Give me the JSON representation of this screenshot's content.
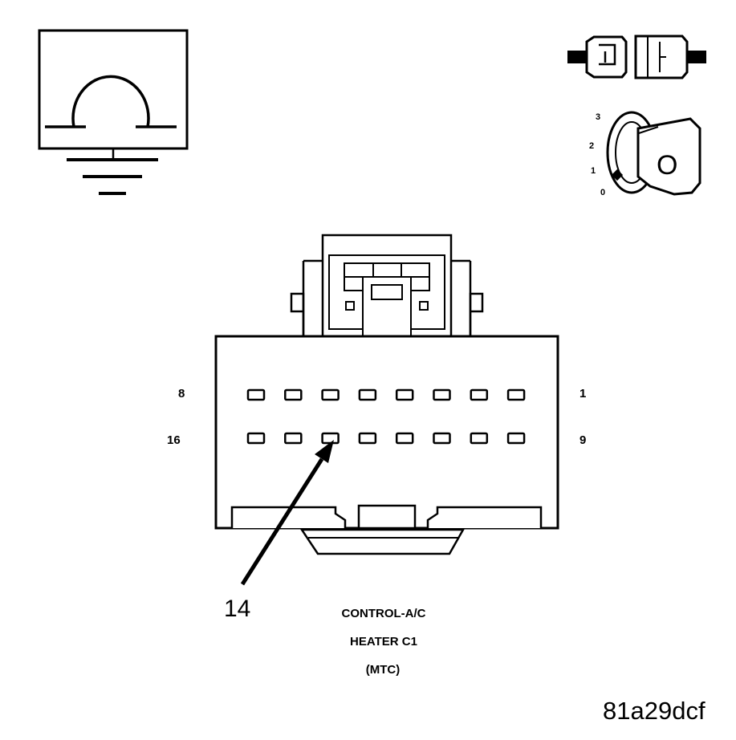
{
  "connector": {
    "pin_row_top_left": "8",
    "pin_row_top_right": "1",
    "pin_row_bottom_left": "16",
    "pin_row_bottom_right": "9",
    "pin_count": 16,
    "highlighted_pin": "14"
  },
  "callout": {
    "label": "14"
  },
  "caption": {
    "line1": "CONTROL-A/C",
    "line2": "HEATER C1",
    "line3": "(MTC)"
  },
  "ignition": {
    "positions": [
      "3",
      "2",
      "1",
      "0"
    ],
    "key_label": "O"
  },
  "icons": {
    "ohmmeter": "ohm-meter-ground-icon",
    "connector": "disconnected-connector-icon",
    "ignition": "ignition-key-off-icon"
  },
  "figure_id": "81a29dcf"
}
